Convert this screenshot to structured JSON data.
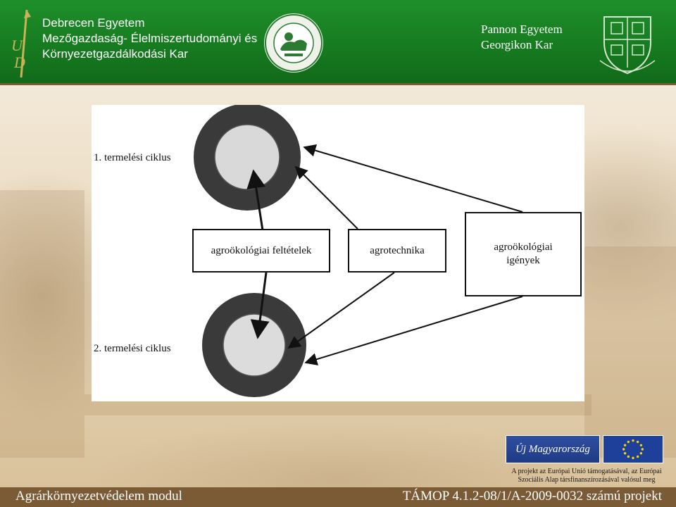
{
  "header": {
    "left_lines": [
      "Debrecen Egyetem",
      "Mezőgazdaság- Élelmiszertudományi és",
      "Környezetgazdálkodási Kar"
    ],
    "right_lines": [
      "Pannon Egyetem",
      "Georgikon Kar"
    ],
    "left_logo_text": "UD"
  },
  "diagram": {
    "cycle1_label": "1. termelési ciklus",
    "cycle2_label": "2. termelési ciklus",
    "box_conditions": "agroökológiai feltételek",
    "box_technique": "agrotechnika",
    "box_needs_line1": "agroökológiai",
    "box_needs_line2": "igények"
  },
  "eu": {
    "uj_logo_text": "Új Magyarország",
    "text_line1": "A projekt az Európai Unió támogatásával, az Európai",
    "text_line2": "Szociális Alap társfinanszírozásával valósul meg"
  },
  "footer": {
    "left": "Agrárkörnyezetvédelem modul",
    "right": "TÁMOP 4.1.2-08/1/A-2009-0032 számú projekt"
  },
  "colors": {
    "header_green": "#1a862a",
    "footer_brown": "#7b5b36"
  }
}
